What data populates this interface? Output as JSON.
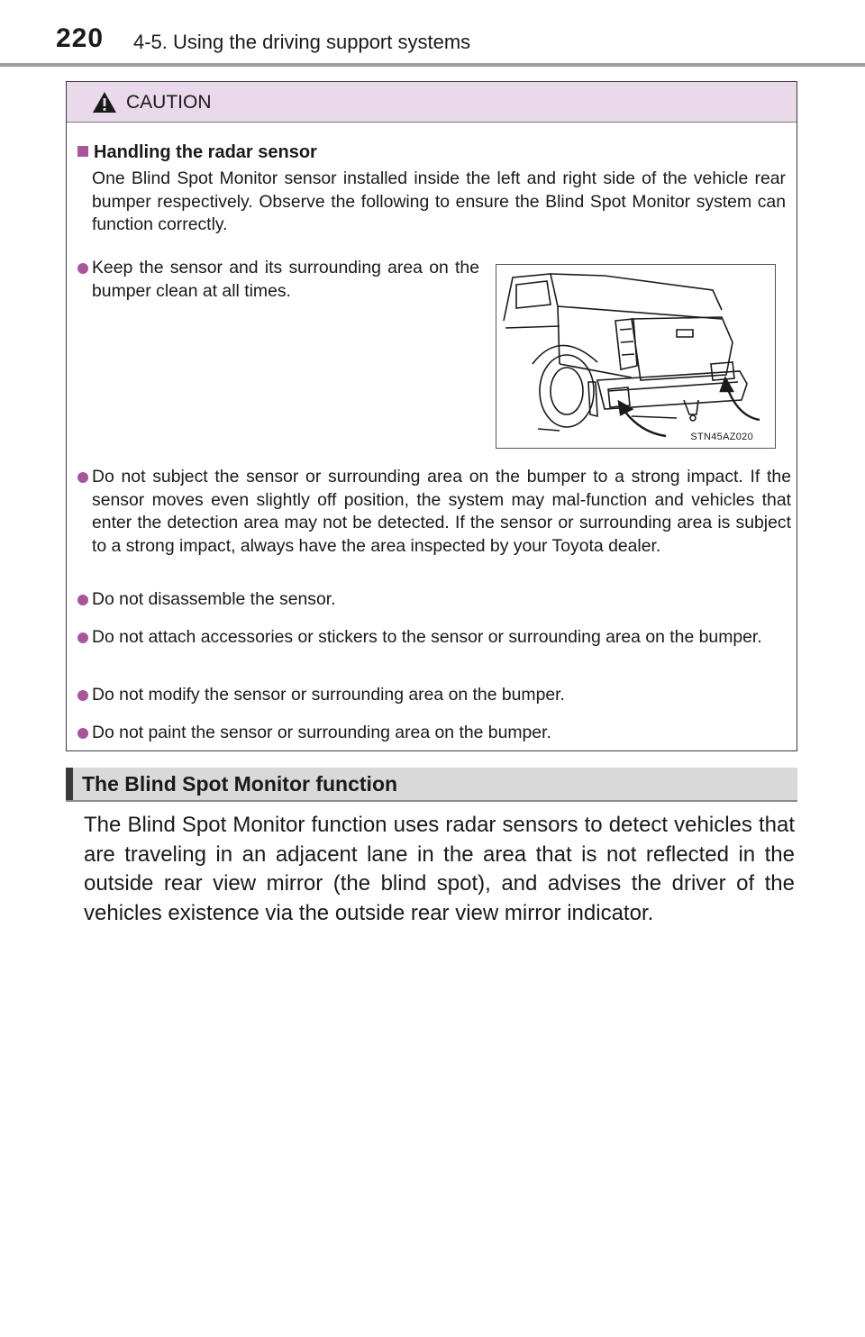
{
  "header": {
    "page_number": "220",
    "section": "4-5. Using the driving support systems"
  },
  "caution": {
    "label": "CAUTION",
    "subheading": "Handling the radar sensor",
    "intro": "One Blind Spot Monitor sensor installed inside the left and right side of the vehicle rear bumper respectively. Observe the following to ensure the Blind Spot Monitor system can function correctly.",
    "bullets": [
      "Keep the sensor and its surrounding area on the bumper clean at all times.",
      "Do not subject the sensor or surrounding area on the bumper to a strong impact. If the sensor moves even slightly off position, the system may mal-function and vehicles that enter the detection area may not be detected. If the sensor or surrounding area is subject to a strong impact, always have the area inspected by your Toyota dealer.",
      "Do not disassemble the sensor.",
      "Do not attach accessories or stickers to the sensor or surrounding area on the bumper.",
      "Do not modify the sensor or surrounding area on the bumper.",
      "Do not paint the sensor or surrounding area on the bumper."
    ],
    "figure_code": "STN45AZ020"
  },
  "section": {
    "title": "The Blind Spot Monitor function",
    "body": "The Blind Spot Monitor function uses radar sensors to detect vehicles that are traveling in an adjacent lane in the area that is not reflected in the outside rear view mirror (the blind spot), and advises the driver of the vehicles existence via the outside rear view mirror indicator."
  },
  "colors": {
    "accent": "#a8559a",
    "caution_header_bg": "#ead9ea",
    "section_bar_bg": "#d9d9d9"
  },
  "icons": [
    "warning-triangle-icon"
  ]
}
